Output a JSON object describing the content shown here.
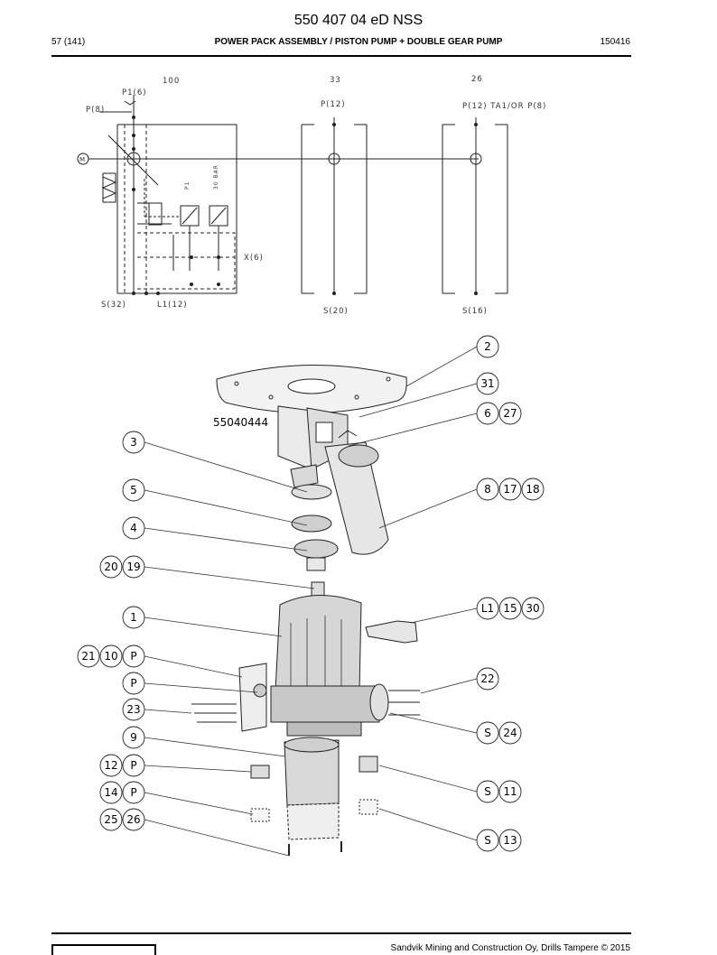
{
  "header": {
    "doc_title": "550 407 04 eD NSS",
    "page": "57 (141)",
    "section": "POWER PACK ASSEMBLY / PISTON PUMP + DOUBLE GEAR PUMP",
    "code": "150416"
  },
  "schematic": {
    "col1": "100",
    "col2": "33",
    "col3": "26",
    "p1": "P1(6)",
    "p8": "P(8)",
    "m": "M",
    "p1_small": "P1",
    "bar": "30 BAR",
    "x6": "X(6)",
    "p12_a": "P(12)",
    "p12_b": "P(12)  TA1/OR  P(8)",
    "s32": "S(32)",
    "l112": "L1(12)",
    "s20": "S(20)",
    "s16": "S(16)"
  },
  "drawing": {
    "part_number": "55040444"
  },
  "callouts": {
    "c2": "2",
    "c31": "31",
    "c6": "6",
    "c27": "27",
    "c3": "3",
    "c8": "8",
    "c17": "17",
    "c18": "18",
    "c5": "5",
    "c4": "4",
    "c20": "20",
    "c19": "19",
    "cL1": "L1",
    "c15": "15",
    "c30": "30",
    "c1": "1",
    "c21": "21",
    "c10": "10",
    "cP1": "P",
    "cP2": "P",
    "c22": "22",
    "c23": "23",
    "cS1": "S",
    "c24": "24",
    "c9": "9",
    "c12": "12",
    "cP3": "P",
    "cS2": "S",
    "c11": "11",
    "c14": "14",
    "cP4": "P",
    "c25": "25",
    "c26": "26",
    "cS3": "S",
    "c13": "13"
  },
  "footer": {
    "copyright": "Sandvik Mining and Construction Oy, Drills Tampere © 2015"
  }
}
